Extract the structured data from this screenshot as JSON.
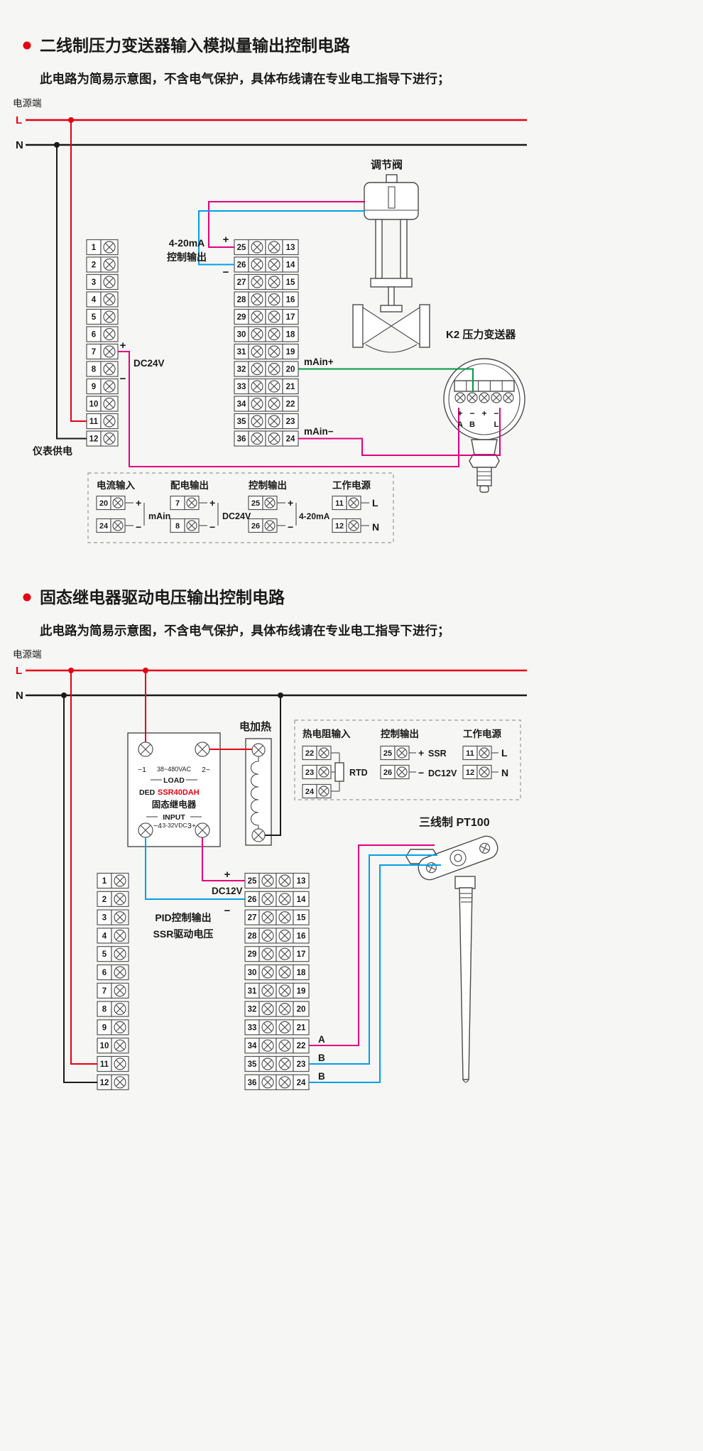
{
  "terminals": {
    "left": [
      "1",
      "2",
      "3",
      "4",
      "5",
      "6",
      "7",
      "8",
      "9",
      "10",
      "11",
      "12"
    ],
    "inner": [
      "25",
      "26",
      "27",
      "28",
      "29",
      "30",
      "31",
      "32",
      "33",
      "34",
      "35",
      "36"
    ],
    "outer": [
      "13",
      "14",
      "15",
      "16",
      "17",
      "18",
      "19",
      "20",
      "21",
      "22",
      "23",
      "24"
    ]
  },
  "colors": {
    "l_wire": "#e60012",
    "n_wire": "#1a1a1a",
    "magenta": "#e4007f",
    "cyan": "#00a0e9",
    "green": "#009944",
    "accent": "#e60012"
  },
  "s1": {
    "title": "二线制压力变送器输入模拟量输出控制电路",
    "subtitle": "此电路为简易示意图，不含电气保护，具体布线请在专业电工指导下进行；",
    "power": "电源端",
    "l": "L",
    "n": "N",
    "out_line1": "4-20mA",
    "out_line2": "控制输出",
    "plus": "+",
    "minus": "−",
    "dc24v": "DC24V",
    "supply": "仪表供电",
    "main_plus": "mAin+",
    "main_minus": "mAin−",
    "valve": "调节阀",
    "transmitter": "K2 压力变送器",
    "xmtr_signs": [
      "+",
      "−",
      "+",
      "−"
    ],
    "xmtr_pins": [
      "A",
      "B",
      "L"
    ],
    "legend": {
      "g1": {
        "title": "电流输入",
        "t1": "20",
        "t2": "24",
        "plus": "+",
        "minus": "−",
        "label": "mAin"
      },
      "g2": {
        "title": "配电输出",
        "t1": "7",
        "t2": "8",
        "plus": "+",
        "minus": "−",
        "label": "DC24V"
      },
      "g3": {
        "title": "控制输出",
        "t1": "25",
        "t2": "26",
        "plus": "+",
        "minus": "−",
        "label": "4-20mA"
      },
      "g4": {
        "title": "工作电源",
        "t1": "11",
        "t2": "12",
        "l": "L",
        "n": "N"
      }
    }
  },
  "s2": {
    "title": "固态继电器驱动电压输出控制电路",
    "subtitle": "此电路为简易示意图，不含电气保护，具体布线请在专业电工指导下进行；",
    "power": "电源端",
    "l": "L",
    "n": "N",
    "ssr": {
      "t1": "~1",
      "tm": "38~480VAC",
      "t2": "2~",
      "load": "LOAD",
      "ded": "DED",
      "model": "SSR40DAH",
      "name": "固态继电器",
      "input": "INPUT",
      "b4": "−4",
      "bm": "3-32VDC",
      "b3": "3+"
    },
    "heater": "电加热",
    "pt100": "三线制 PT100",
    "plus": "+",
    "minus": "−",
    "dc12v": "DC12V",
    "pid1": "PID控制输出",
    "pid2": "SSR驱动电压",
    "wire_a": "A",
    "wire_b1": "B",
    "wire_b2": "B",
    "legend": {
      "g1": {
        "title": "热电阻输入",
        "t1": "22",
        "t2": "23",
        "t3": "24",
        "label": "RTD"
      },
      "g2": {
        "title": "控制输出",
        "t1": "25",
        "t2": "26",
        "plus": "+",
        "minus": "−",
        "label1": "SSR",
        "label2": "DC12V"
      },
      "g3": {
        "title": "工作电源",
        "t1": "11",
        "t2": "12",
        "l": "L",
        "n": "N"
      }
    }
  }
}
